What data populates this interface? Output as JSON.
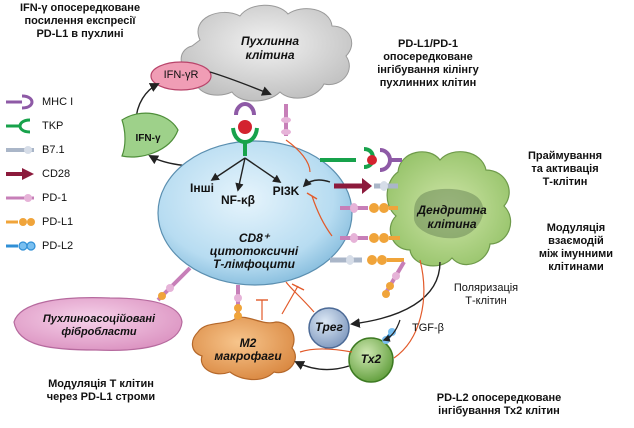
{
  "captions": {
    "top_left": "IFN-γ опосередковане\nпосилення експресії\nPD-L1 в пухлині",
    "top_right": "PD-L1/PD-1\nопосередковане\nінгібування кілінгу\nпухлинних клітин",
    "priming": "Праймування\nта активація\nТ-клітин",
    "modulation": "Модуляція\nвзаємодій\nміж імунними\nклітинами",
    "bottom_left": "Модуляція Т клітин\nчерез PD-L1 строми",
    "bottom_right": "PD-L2 опосередковане\nінгібування Тх2 клітин",
    "polarization": "Поляризація\nТ-клітин",
    "tgf": "TGF-β"
  },
  "cells": {
    "tumor": "Пухлинна\nклітина",
    "ifngr": "IFN-γR",
    "ifng": "IFN-γ",
    "cd8": "CD8⁺\nцитотоксичні\nТ-лімфоцити",
    "others": "Інші",
    "nfkb": "NF-κβ",
    "pi3k": "PI3K",
    "dendritic": "Дендритна\nклітина",
    "fibro": "Пухлиноасоційовані\nфібробласти",
    "m2": "М2\nмакрофаги",
    "treg": "Tрег",
    "th2": "Тх2"
  },
  "legend": [
    {
      "label": "MHC I",
      "icon": "mhc-i-icon",
      "color": "#8e5aa6"
    },
    {
      "label": "TKP",
      "icon": "tcr-icon",
      "color": "#17a24b"
    },
    {
      "label": "B7.1",
      "icon": "b7-1-icon",
      "color": "#aab6c8"
    },
    {
      "label": "CD28",
      "icon": "cd28-icon",
      "color": "#8c1a3c"
    },
    {
      "label": "PD-1",
      "icon": "pd-1-icon",
      "color": "#c77fb8"
    },
    {
      "label": "PD-L1",
      "icon": "pd-l1-icon",
      "color": "#f0a43a"
    },
    {
      "label": "PD-L2",
      "icon": "pd-l2-icon",
      "color": "#2f8fd6"
    }
  ]
}
